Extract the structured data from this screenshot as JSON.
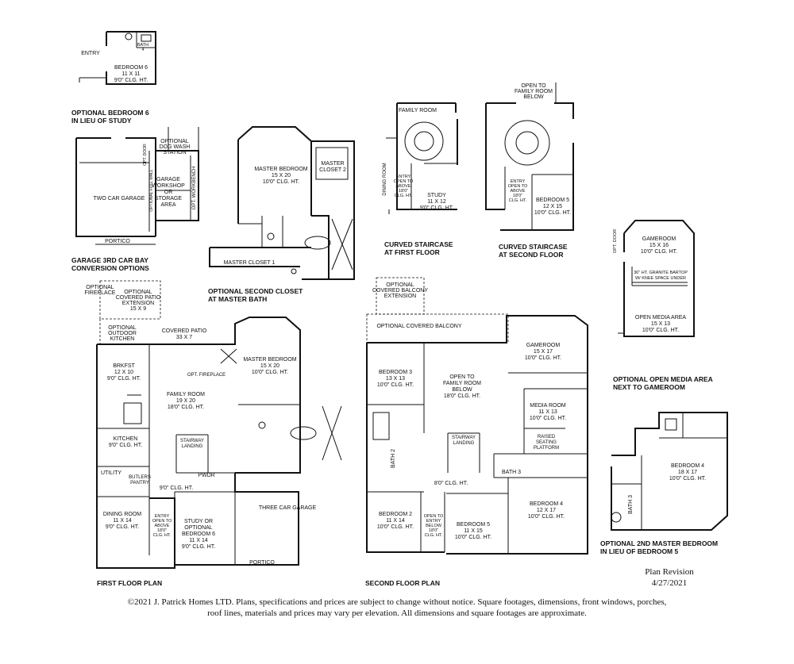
{
  "rooms": {
    "entry_b6": "ENTRY",
    "bedroom6": [
      "BEDROOM 6",
      "11 X 11",
      "9'0\" CLG. HT."
    ],
    "bath4": [
      "BATH",
      "4"
    ],
    "opt_dog_wash": [
      "OPTIONAL",
      "DOG WASH",
      "STATION"
    ],
    "two_car_garage": "TWO CAR GARAGE",
    "garage_workshop": [
      "GARAGE",
      "WORKSHOP",
      "OR",
      "STORAGE",
      "AREA"
    ],
    "opt_workbench": "OPT. WORKBENCH",
    "optional_full_wall": "OPTIONAL FULL WALL",
    "opt_door": "OPT. DOOR",
    "portico_garage": "PORTICO",
    "master_bedroom_osc": [
      "MASTER BEDROOM",
      "15 X 20",
      "10'0\" CLG. HT."
    ],
    "master_closet_2": [
      "MASTER",
      "CLOSET 2"
    ],
    "master_closet_1": "MASTER CLOSET 1",
    "family_room_stair": "FAMILY ROOM",
    "dining_room_stair": "DINING ROOM",
    "entry_open_1": [
      "ENTRY",
      "OPEN TO",
      "ABOVE",
      "18'0\"",
      "CLG. HT."
    ],
    "study_stair": [
      "STUDY",
      "11 X 12",
      "9'0\" CLG. HT."
    ],
    "open_to_family_below": [
      "OPEN TO",
      "FAMILY ROOM",
      "BELOW"
    ],
    "entry_open_2": [
      "ENTRY",
      "OPEN TO",
      "ABOVE",
      "18'0\"",
      "CLG. HT."
    ],
    "bedroom5_stair": [
      "BEDROOM 5",
      "12 X 15",
      "10'0\" CLG. HT."
    ],
    "gameroom_opt": [
      "GAMEROOM",
      "15 X 16",
      "10'0\" CLG. HT."
    ],
    "granite_bartop": [
      "36\" HT. GRANITE BARTOP",
      "W/ KNEE SPACE UNDER"
    ],
    "open_media_area": [
      "OPEN MEDIA AREA",
      "15 X 13",
      "10'0\" CLG. HT."
    ],
    "opt_door_media": "OPT. DOOR",
    "optional_fireplace": [
      "OPTIONAL",
      "FIREPLACE"
    ],
    "opt_covered_patio_ext": [
      "OPTIONAL",
      "COVERED PATIO",
      "EXTENSION",
      "15 X 9"
    ],
    "opt_outdoor_kitchen": [
      "OPTIONAL",
      "OUTDOOR",
      "KITCHEN"
    ],
    "covered_patio": [
      "COVERED PATIO",
      "33 X 7"
    ],
    "brkfst": [
      "BRKFST",
      "12 X 10",
      "9'0\" CLG. HT."
    ],
    "family_room": [
      "FAMILY ROOM",
      "19 X 20",
      "18'0\" CLG. HT."
    ],
    "opt_fireplace": "OPT. FIREPLACE",
    "master_bedroom_ff": [
      "MASTER BEDROOM",
      "15 X 20",
      "10'0\" CLG. HT."
    ],
    "kitchen": [
      "KITCHEN",
      "9'0\" CLG. HT."
    ],
    "stairway_landing_1": [
      "STAIRWAY",
      "LANDING"
    ],
    "utility": "UTILITY",
    "butlers_pantry": [
      "BUTLERS",
      "PANTRY"
    ],
    "pwdr": "PWDR",
    "hall_9ft_1": "9'0\" CLG. HT.",
    "dining_room": [
      "DINING ROOM",
      "11 X 14",
      "9'0\" CLG. HT."
    ],
    "entry_open_ff": [
      "ENTRY",
      "OPEN TO",
      "ABOVE",
      "18'0\"",
      "CLG. HT."
    ],
    "study_bed6": [
      "STUDY OR",
      "OPTIONAL",
      "BEDROOM 6",
      "11 X 14",
      "9'0\" CLG. HT."
    ],
    "three_car_garage": "THREE CAR GARAGE",
    "portico_ff": "PORTICO",
    "opt_covered_balcony_ext": [
      "OPTIONAL",
      "COVERED BALCONY",
      "EXTENSION"
    ],
    "opt_covered_balcony": "OPTIONAL COVERED BALCONY",
    "bedroom3": [
      "BEDROOM 3",
      "13 X 13",
      "10'0\" CLG. HT."
    ],
    "open_to_family_sf": [
      "OPEN TO",
      "FAMILY ROOM",
      "BELOW",
      "18'0\" CLG. HT."
    ],
    "gameroom_sf": [
      "GAMEROOM",
      "15 X 17",
      "10'0\" CLG. HT."
    ],
    "media_room": [
      "MEDIA ROOM",
      "11 X 13",
      "10'0\" CLG. HT."
    ],
    "raised_seating": [
      "RAISED",
      "SEATING",
      "PLATFORM"
    ],
    "stairway_landing_2": [
      "STAIRWAY",
      "LANDING"
    ],
    "bath2": "BATH 2",
    "hall_8ft": "8'0\" CLG. HT.",
    "bath3_sf": "BATH 3",
    "bedroom2": [
      "BEDROOM 2",
      "11 X 14",
      "10'0\" CLG. HT."
    ],
    "open_to_entry": [
      "OPEN TO",
      "ENTRY",
      "BELOW",
      "18'0\"",
      "CLG. HT."
    ],
    "bedroom5_sf": [
      "BEDROOM 5",
      "11 X 15",
      "10'0\" CLG. HT."
    ],
    "bedroom4_sf": [
      "BEDROOM 4",
      "12 X 17",
      "10'0\" CLG. HT."
    ],
    "bedroom4_opt": [
      "BEDROOM 4",
      "18 X 17",
      "10'0\" CLG. HT."
    ],
    "bath3_opt": "BATH 3"
  },
  "captions": {
    "optional_bedroom6": [
      "OPTIONAL BEDROOM 6",
      "IN LIEU OF STUDY"
    ],
    "garage_conversion": [
      "GARAGE 3RD CAR BAY",
      "CONVERSION OPTIONS"
    ],
    "second_closet": [
      "OPTIONAL SECOND CLOSET",
      "AT MASTER BATH"
    ],
    "curved_first": [
      "CURVED STAIRCASE",
      "AT FIRST FLOOR"
    ],
    "curved_second": [
      "CURVED STAIRCASE",
      "AT SECOND FLOOR"
    ],
    "open_media": [
      "OPTIONAL OPEN MEDIA AREA",
      "NEXT TO GAMEROOM"
    ],
    "first_floor": "FIRST FLOOR PLAN",
    "second_floor": "SECOND FLOOR PLAN",
    "second_master": [
      "OPTIONAL 2ND MASTER BEDROOM",
      "IN LIEU OF BEDROOM 5"
    ]
  },
  "revision": {
    "label": "Plan Revision",
    "date": "4/27/2021"
  },
  "copyright": [
    "©2021 J. Patrick Homes LTD.  Plans, specifications and prices are subject to change without notice.  Square footages, dimensions, front windows, porches,",
    "roof lines, materials and prices may vary per elevation.   All dimensions and square footages are approximate."
  ]
}
